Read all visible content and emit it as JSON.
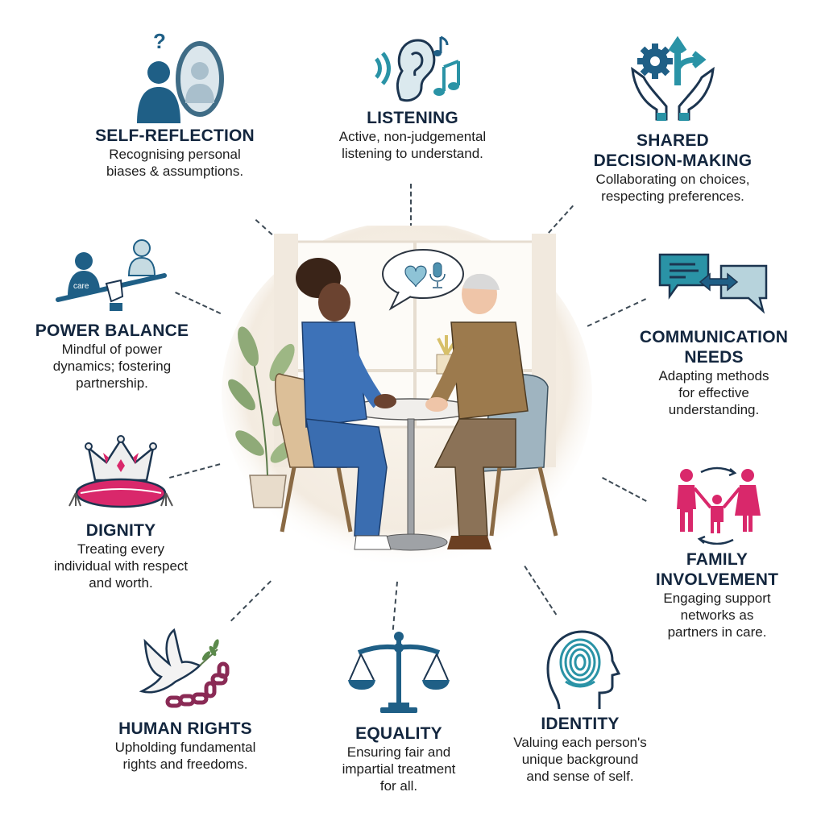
{
  "palette": {
    "teal": "#2a93a6",
    "navy_blue": "#1f5f86",
    "pink": "#d9286b",
    "maroon": "#8a2a55",
    "title_text": "#13263e",
    "body_text": "#1d1d1d"
  },
  "scene": {
    "speech_bubble_icons": [
      "heart-icon",
      "microphone-icon"
    ],
    "people": [
      "nurse",
      "older-man"
    ]
  },
  "items": [
    {
      "id": "self-reflection",
      "icon": "mirror-reflection-icon",
      "title": "SELF-REFLECTION",
      "desc": [
        "Recognising personal",
        "biases & assumptions."
      ]
    },
    {
      "id": "listening",
      "icon": "ear-sound-icon",
      "title": "LISTENING",
      "desc": [
        "Active, non-judgemental",
        "listening to understand."
      ]
    },
    {
      "id": "shared-decision-making",
      "icon": "hands-gear-arrows-icon",
      "title": [
        "SHARED",
        "DECISION-MAKING"
      ],
      "desc": [
        "Collaborating on choices,",
        "respecting preferences."
      ]
    },
    {
      "id": "power-balance",
      "icon": "balance-seesaw-icon",
      "icon_label": "care",
      "title": "POWER BALANCE",
      "desc": [
        "Mindful of power",
        "dynamics; fostering",
        "partnership."
      ]
    },
    {
      "id": "communication-needs",
      "icon": "speech-bubbles-exchange-icon",
      "title": [
        "COMMUNICATION",
        "NEEDS"
      ],
      "desc": [
        "Adapting methods",
        "for effective",
        "understanding."
      ]
    },
    {
      "id": "dignity",
      "icon": "crown-cushion-icon",
      "title": "DIGNITY",
      "desc": [
        "Treating every",
        "individual with respect",
        "and worth."
      ]
    },
    {
      "id": "family-involvement",
      "icon": "family-icon",
      "title": [
        "FAMILY",
        "INVOLVEMENT"
      ],
      "desc": [
        "Engaging support",
        "networks as",
        "partners in care."
      ]
    },
    {
      "id": "human-rights",
      "icon": "dove-broken-chain-icon",
      "title": "HUMAN RIGHTS",
      "desc": [
        "Upholding fundamental",
        "rights and freedoms."
      ]
    },
    {
      "id": "equality",
      "icon": "scales-icon",
      "title": "EQUALITY",
      "desc": [
        "Ensuring fair and",
        "impartial treatment",
        "for all."
      ]
    },
    {
      "id": "identity",
      "icon": "fingerprint-head-icon",
      "title": "IDENTITY",
      "desc": [
        "Valuing each person's",
        "unique background",
        "and sense of self."
      ]
    }
  ]
}
